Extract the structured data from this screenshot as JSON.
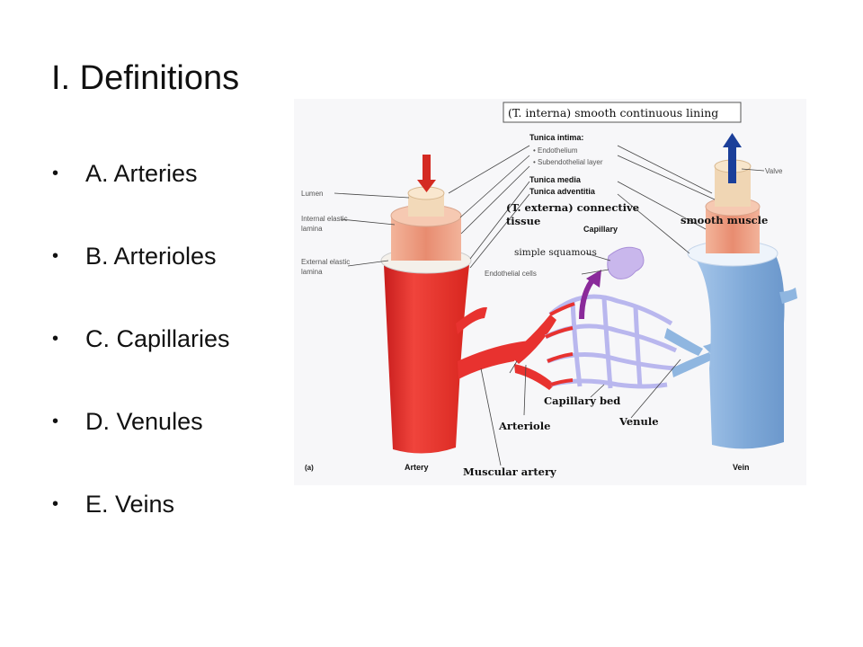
{
  "slide": {
    "title": "I.  Definitions",
    "bullets": [
      {
        "label": "A.  Arteries"
      },
      {
        "label": "B.  Arterioles"
      },
      {
        "label": "C.  Capillaries"
      },
      {
        "label": "D.  Venules"
      },
      {
        "label": "E.  Veins"
      }
    ]
  },
  "diagram": {
    "panel_label": "(a)",
    "header_box": "(T. interna) smooth continuous lining",
    "labels": {
      "tunica_intima": "Tunica intima:",
      "endothelium": "• Endothelium",
      "subendothelial": "• Subendothelial layer",
      "tunica_media": "Tunica media",
      "tunica_adventitia": "Tunica adventitia",
      "t_externa_1": "(T. externa) connective",
      "t_externa_2": "tissue",
      "capillary": "Capillary",
      "simple_squamous": "simple squamous",
      "endothelial_cells": "Endothelial cells",
      "lumen": "Lumen",
      "internal_elastic_1": "Internal elastic",
      "internal_elastic_2": "lamina",
      "external_elastic_1": "External elastic",
      "external_elastic_2": "lamina",
      "valve": "Valve",
      "smooth_muscle": "smooth muscle",
      "capillary_bed": "Capillary bed",
      "arteriole": "Arteriole",
      "venule": "Venule",
      "artery": "Artery",
      "muscular_artery": "Muscular artery",
      "vein": "Vein"
    },
    "colors": {
      "artery": "#e8322f",
      "vein": "#8fb6e0",
      "capillary": "#b9b7ee",
      "muscle": "#f0a98c",
      "arrow_in": "#d42a22",
      "arrow_out": "#1b3f9a",
      "callout_arrow": "#8a2a9a"
    }
  }
}
